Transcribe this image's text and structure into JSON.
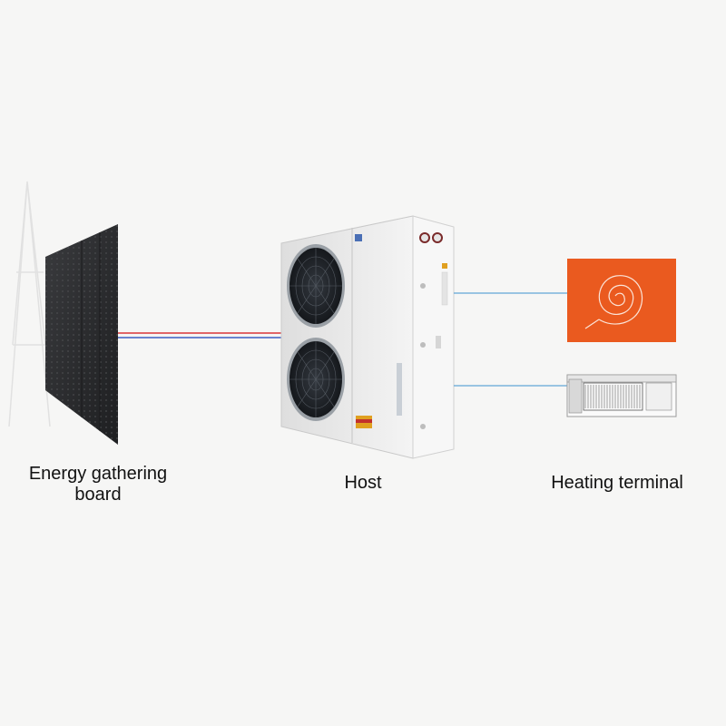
{
  "labels": {
    "board_line1": "Energy gathering",
    "board_line2": "board",
    "host": "Host",
    "terminal": "Heating terminal"
  },
  "colors": {
    "background": "#f6f6f5",
    "pipe_hot": "#d9363a",
    "pipe_cold": "#3d5fc4",
    "link_line": "#62a6d6",
    "heating_panel": "#ea5a1f",
    "board": "#2b2c2e",
    "unit_body": "#f2f2f2"
  },
  "icons": {
    "board": "solar-collector-panel",
    "host": "heat-pump-outdoor-unit",
    "floor_heating": "spiral-floor-heating-icon",
    "fan_coil": "fan-coil-unit-icon"
  }
}
